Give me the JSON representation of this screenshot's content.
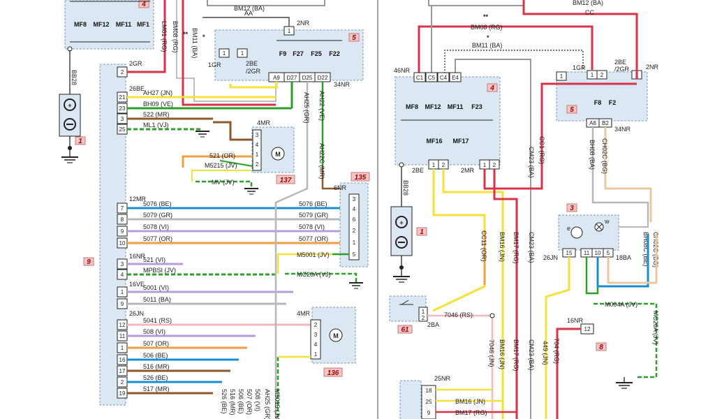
{
  "left": {
    "top_labels": {
      "bm12": "BM12 (BA)",
      "aa": "AA",
      "nr2": "2NR",
      "bm11": "BM11 (BA)",
      "bm08": "BM08 (RG)",
      "lm01": "LM01 (RG)",
      "bb28": "BB28",
      "star": "*",
      "dstar": "**"
    },
    "fuse_box4": {
      "tag": "4",
      "fuses": [
        "MF8",
        "MF12",
        "MF11",
        "MF1"
      ]
    },
    "fuse_box5": {
      "tag": "5",
      "fuses": [
        "F9",
        "F27",
        "F25",
        "F22"
      ],
      "pins": [
        "A9",
        "D27",
        "D25",
        "D22"
      ],
      "left_pins": [
        "1",
        "1"
      ],
      "labels": {
        "gr1": "1GR",
        "be2gr": "2BE\n/2GR",
        "nr34": "34NR"
      }
    },
    "battery_tag": "1",
    "connector9": {
      "tag": "9",
      "groups": [
        {
          "name": "2GR",
          "pins": [
            "2"
          ]
        },
        {
          "name": "26BE",
          "pins": [
            "21",
            "23",
            "3",
            "25"
          ]
        },
        {
          "name": "12MR",
          "pins": [
            "7",
            "8",
            "9",
            "10"
          ]
        },
        {
          "name": "16NR",
          "pins": [
            "3",
            "4"
          ]
        },
        {
          "name": "16VE",
          "pins": [
            "1",
            "9"
          ]
        },
        {
          "name": "26JN",
          "pins": [
            "12",
            "11",
            "1",
            "16",
            "17",
            "2",
            "19"
          ]
        }
      ]
    },
    "wires": {
      "ah27": "AH27 (JN)",
      "bh09": "BH09 (VE)",
      "w522": "522 (MR)",
      "ml1": "ML1 (VJ)",
      "w521or": "521 (OR)",
      "m5215": "M5215 (JV)",
      "mv": "MV (JV)",
      "w5076": "5076 (BE)",
      "w5079": "5079 (GR)",
      "w5078": "5078 (VI)",
      "w5077": "5077 (OR)",
      "w521vi": "521 (VI)",
      "mpbsi": "MPBSI (JV)",
      "m5001": "M5001 (JV)",
      "mc20a": "MC20A (VJ)",
      "w5001": "5001 (VI)",
      "w5011": "5011 (BA)",
      "w5041": "5041 (RS)",
      "w508": "508 (VI)",
      "w507": "507 (OR)",
      "w506": "506 (BE)",
      "w516": "516 (MR)",
      "w526": "526 (BE)",
      "w517": "517 (MR)",
      "ah25": "AH25 (GR)",
      "ah22": "AH22 (VE)",
      "ah22c": "AH22C (MR)",
      "m5015": "M5015 (JV)",
      "v526": "526 (BE)",
      "v516": "516 (MR)",
      "v506": "506 (BE)",
      "v507": "507 (OR)",
      "v508": "508 (VI)",
      "v_ah25": "AH25 (GR)",
      "r5076": "5076 (BE)",
      "r5079": "5079 (GR)",
      "r5078": "5078 (VI)",
      "r5077": "5077 (OR)"
    },
    "motor137": {
      "tag": "137",
      "conn": "4MR",
      "pins": [
        "3",
        "4",
        "1",
        "2"
      ],
      "symbol": "M"
    },
    "motor136": {
      "tag": "136",
      "conn": "4MR",
      "pins": [
        "2",
        "3",
        "4",
        "1"
      ],
      "symbol": "M"
    },
    "conn135": {
      "tag": "135",
      "conn": "6NR",
      "pins": [
        "3",
        "4",
        "6",
        "2",
        "1",
        "5"
      ]
    }
  },
  "right": {
    "top_labels": {
      "bm12": "BM12 (BA)",
      "cc": "CC",
      "bm08": "BM08 (RG)",
      "bm11": "BM11 (BA)",
      "dstar": "**",
      "star": "*"
    },
    "fuse_box4": {
      "tag": "4",
      "conn": "46NR",
      "top_pins": [
        "C1",
        "C5",
        "C4",
        "E4"
      ],
      "fuses": [
        "MF8",
        "MF12",
        "MF11",
        "F23",
        "MF16",
        "MF17"
      ],
      "bottom_pins": [
        "1",
        "2",
        "1",
        "2"
      ],
      "labels": {
        "be2": "2BE",
        "mr2": "2MR"
      }
    },
    "fuse_box5": {
      "tag": "5",
      "fuses": [
        "F8",
        "F2"
      ],
      "top_pins": [
        "1",
        "1",
        "2",
        "2"
      ],
      "bottom_pins": [
        "A8",
        "B2"
      ],
      "labels": {
        "gr1": "1GR",
        "be2gr": "2BE\n/2GR",
        "nr2": "2NR",
        "nr34": "34NR"
      }
    },
    "battery_tag": "1",
    "relay3": {
      "tag": "3",
      "conn": "26JN",
      "pins": [
        "15",
        "11",
        "10",
        "5"
      ],
      "conn2": "18BA",
      "letters": [
        "e",
        "w"
      ]
    },
    "switch61": {
      "tag": "61",
      "conn": "2BA",
      "pins": [
        "1",
        "2"
      ],
      "wire": "7046 (RS)"
    },
    "conn8": {
      "tag": "8",
      "conn": "16NR",
      "pin": "12"
    },
    "conn25nr": {
      "conn": "25NR",
      "pins": [
        "18",
        "25",
        "9"
      ],
      "wires": [
        "BM16 (JN)",
        "BM17 (RG)"
      ]
    },
    "wires": {
      "bb28": "BB28",
      "cc11": "CC11 (OR)",
      "bm16": "BM16 (JN)",
      "bm17": "BM17 (RG)",
      "cm23a": "CM23 (BA)",
      "cc1": "CC1 (RG)",
      "bh08": "BH08 (BA)",
      "ch02c": "CH02C (BG)",
      "bh08c": "BH08C (BE)",
      "ch02c2": "CH02C (BG)",
      "w7046": "7046 (JN)",
      "bm16b": "BM16 (JN)",
      "bm17b": "BM17 (RG)",
      "cm23b": "CM23 (BA)",
      "w449": "449 (JN)",
      "w704": "704 (RG)",
      "m004a": "M004A (JV)",
      "mc20a": "MC20A (JV)"
    }
  },
  "colors": {
    "red": "#d8334a",
    "yellow": "#f2e23a",
    "green": "#2aa02a",
    "orange": "#f0a040",
    "blue": "#1a8fcf",
    "grey": "#b8b8b8",
    "violet": "#b79cd8",
    "brown": "#8a5a2a",
    "pink": "#f0b8c0",
    "tan": "#e8c8a0",
    "box": "#dbe8f4",
    "tagbg": "#f2c7c7"
  }
}
